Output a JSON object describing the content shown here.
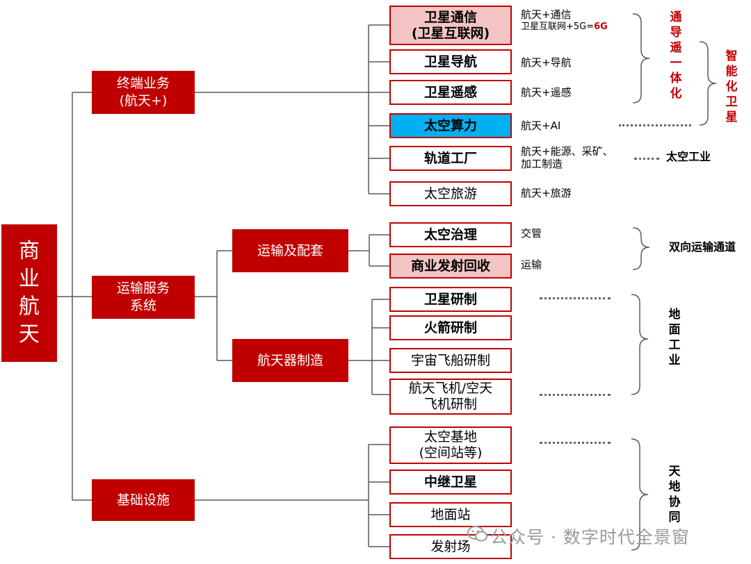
{
  "root": {
    "chars": [
      "商",
      "业",
      "航",
      "天"
    ]
  },
  "categories": [
    {
      "name": "终端业务",
      "sub": "(航天+)"
    },
    {
      "name": "运输服务",
      "sub": "系统"
    },
    {
      "name": "基础设施",
      "sub": ""
    }
  ],
  "subcategories": [
    "运输及配套",
    "航天器制造"
  ],
  "terminal_items": [
    {
      "line1": "卫星通信",
      "line2": "(卫星互联网)",
      "note1": "航天+通信",
      "note2": "卫星互联网+5G=",
      "note2_red": "6G"
    },
    {
      "line1": "卫星导航",
      "line2": "",
      "note1": "航天+导航",
      "note2": "",
      "note2_red": ""
    },
    {
      "line1": "卫星遥感",
      "line2": "",
      "note1": "航天+遥感",
      "note2": "",
      "note2_red": ""
    },
    {
      "line1": "太空算力",
      "line2": "",
      "note1": "航天+AI",
      "note2": "",
      "note2_red": ""
    },
    {
      "line1": "轨道工厂",
      "line2": "",
      "note1": "航天+能源、采矿、",
      "note2": "加工制造",
      "note2_red": ""
    },
    {
      "line1": "太空旅游",
      "line2": "",
      "note1": "航天+旅游",
      "note2": "",
      "note2_red": ""
    }
  ],
  "transport_items": [
    {
      "line1": "太空治理",
      "line2": "",
      "note1": "交管"
    },
    {
      "line1": "商业发射回收",
      "line2": "",
      "note1": "运输"
    }
  ],
  "manufacturing_items": [
    {
      "line1": "卫星研制",
      "line2": ""
    },
    {
      "line1": "火箭研制",
      "line2": ""
    },
    {
      "line1": "宇宙飞船研制",
      "line2": ""
    },
    {
      "line1": "航天飞机/空天",
      "line2": "飞机研制"
    }
  ],
  "infrastructure_items": [
    {
      "line1": "太空基地",
      "line2": "(空间站等)"
    },
    {
      "line1": "中继卫星",
      "line2": ""
    },
    {
      "line1": "地面站",
      "line2": ""
    },
    {
      "line1": "发射场",
      "line2": ""
    }
  ],
  "group_tags": {
    "tongdao": "通导遥一体化",
    "zhineng": "智能化卫星",
    "space_industry": "太空工业",
    "two_way": "双向运输通道",
    "ground_industry": "地面工业",
    "space_ground": "天地协同"
  },
  "watermark": "公众号 · 数字时代全景窗",
  "colors": {
    "primary_red": "#c00000",
    "highlight_pink": "#f3c4c4",
    "highlight_blue": "#00b0f0",
    "connector": "#595959"
  }
}
